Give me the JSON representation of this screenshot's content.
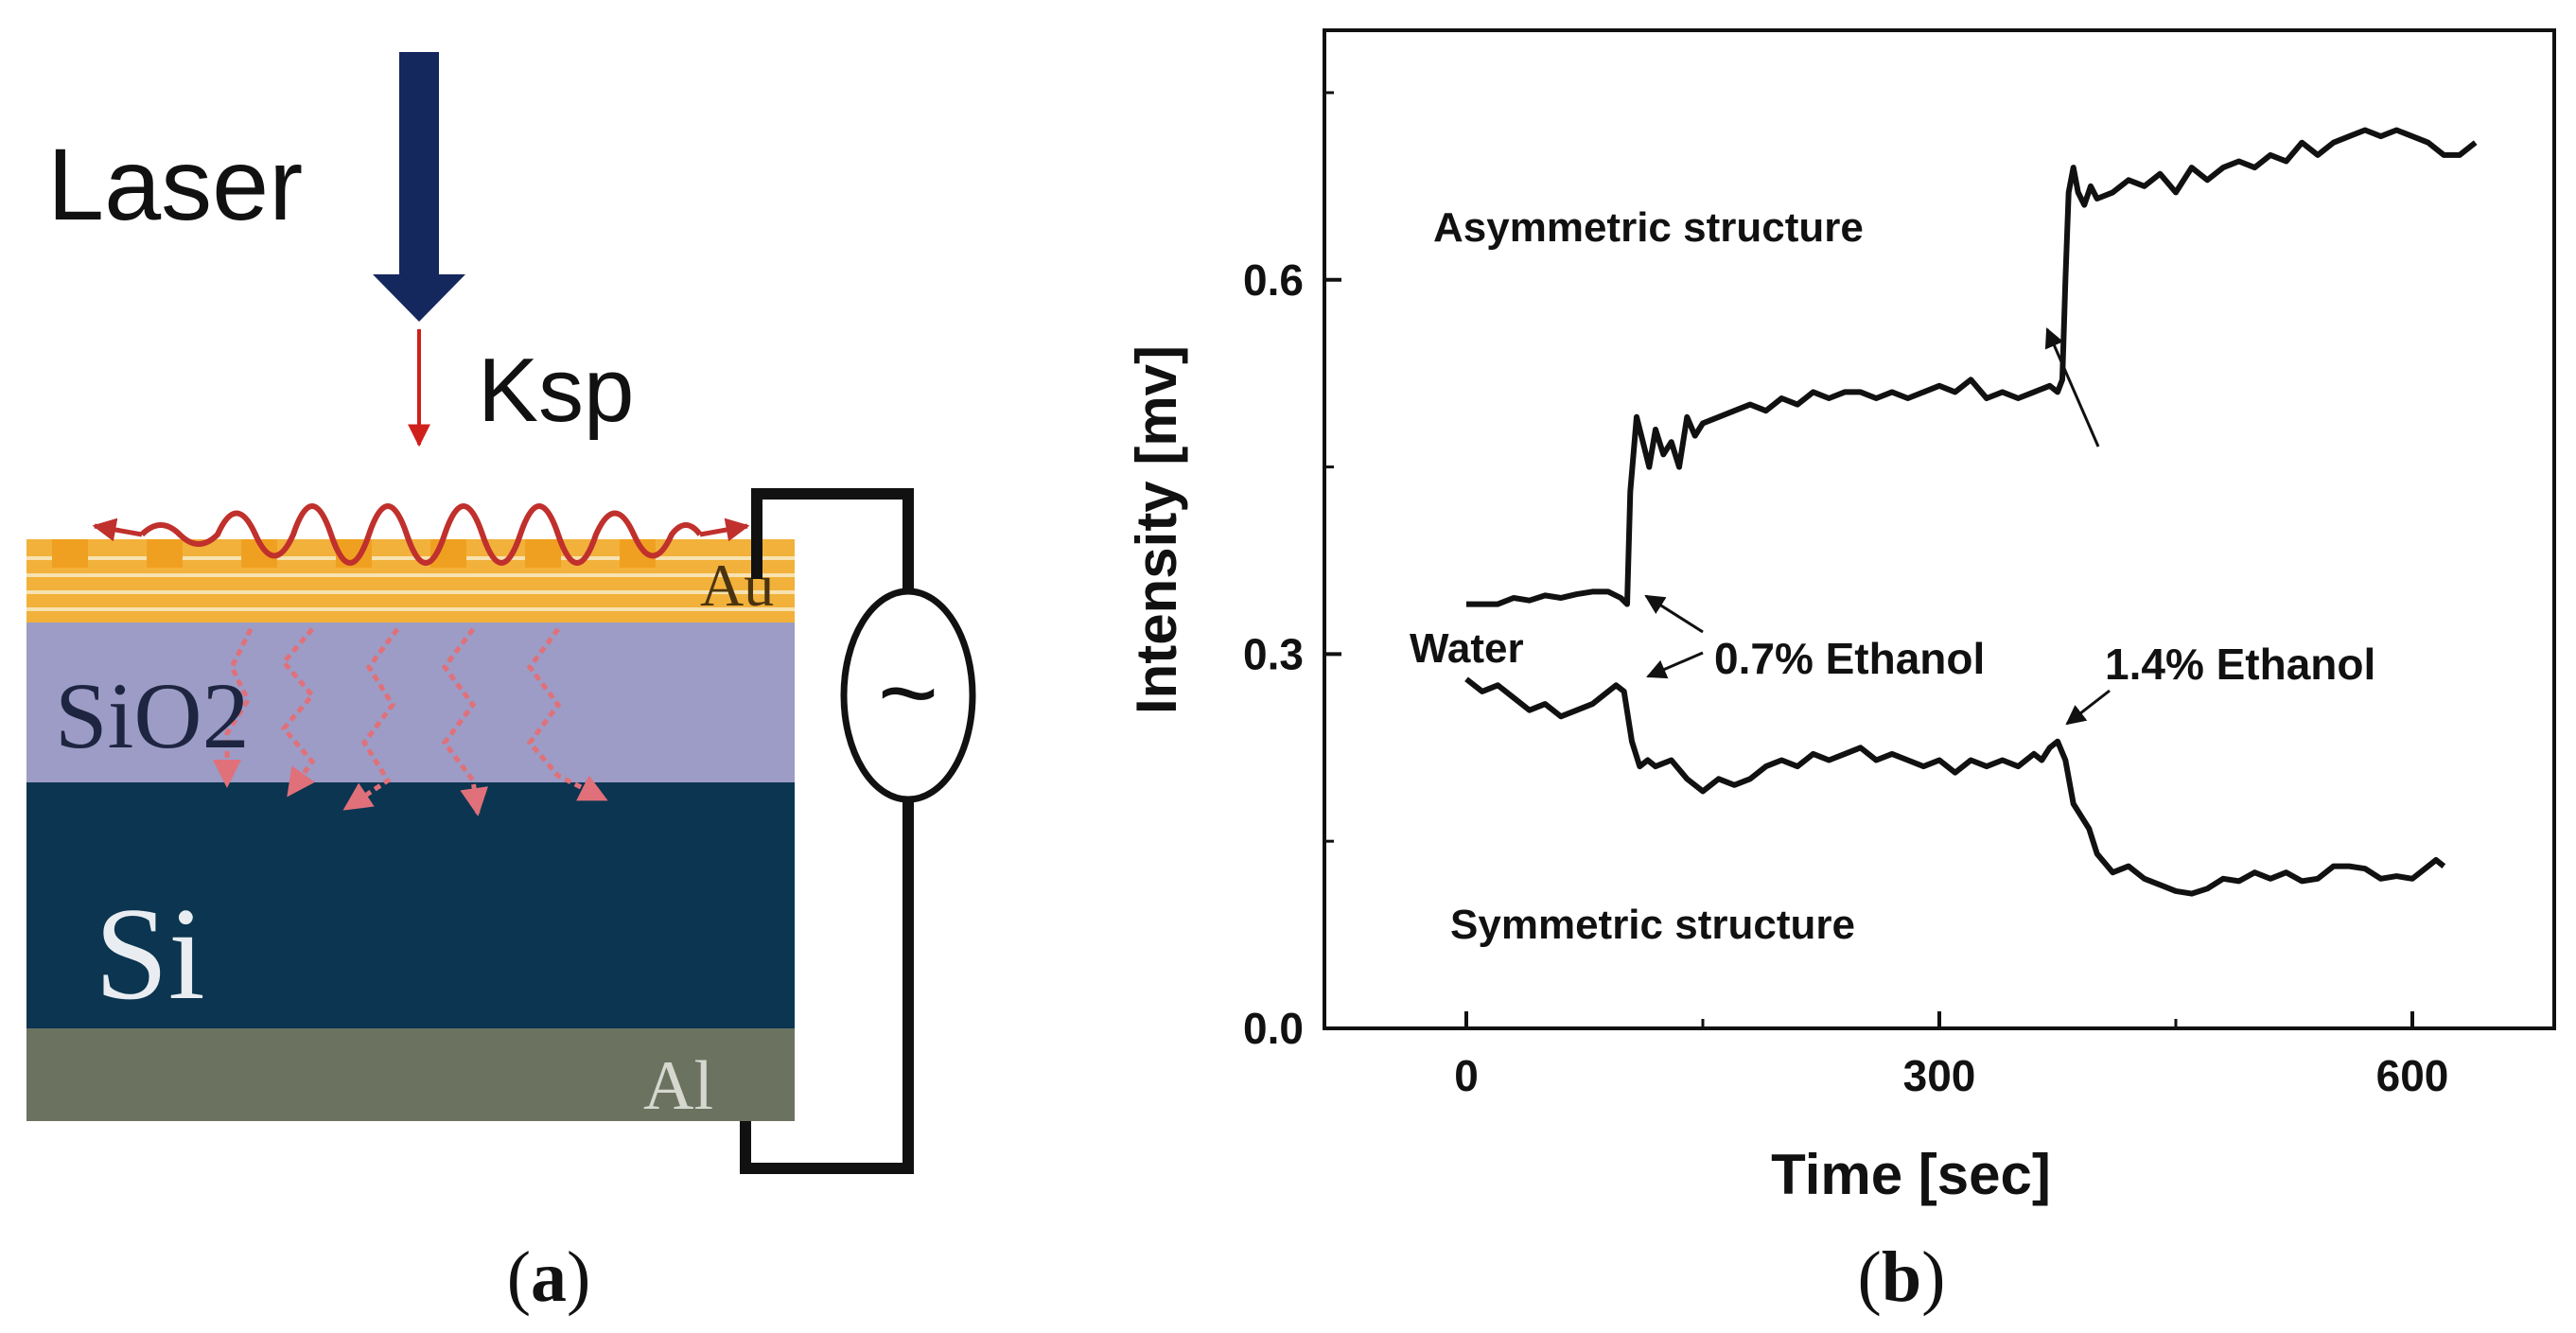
{
  "panel_a": {
    "label_open": "(",
    "label_letter": "a",
    "label_close": ")",
    "laser_label": "Laser",
    "ksp_label": "Ksp",
    "au_label": "Au",
    "sio2_label": "SiO2",
    "si_label": "Si",
    "al_label": "Al",
    "source_symbol": "~",
    "colors": {
      "laser_arrow": "#14285e",
      "ksp_arrow": "#d0201c",
      "au_layer": "#f2b13a",
      "au_stripe": "#f7e2b0",
      "sio2_layer": "#9c9cc6",
      "si_layer": "#0b3550",
      "al_layer": "#6b7360",
      "plasmon_wave": "#c0302c",
      "emission": "#e0707a"
    }
  },
  "panel_b": {
    "label_open": "(",
    "label_letter": "b",
    "label_close": ")"
  },
  "chart_data": {
    "type": "line",
    "xlabel": "Time [sec]",
    "ylabel": "Intensity [mv]",
    "xlim": [
      -90,
      690
    ],
    "ylim": [
      0,
      0.8
    ],
    "x_ticks": [
      0,
      300,
      600
    ],
    "y_ticks": [
      0.0,
      0.3,
      0.6
    ],
    "x_tick_labels": [
      "0",
      "300",
      "600"
    ],
    "y_tick_labels": [
      "0.0",
      "0.3",
      "0.6"
    ],
    "series": [
      {
        "key": "asymmetric",
        "x": [
          0,
          10,
          20,
          30,
          40,
          50,
          60,
          70,
          80,
          90,
          98,
          102,
          104,
          108,
          112,
          116,
          120,
          125,
          130,
          135,
          140,
          145,
          150,
          160,
          170,
          180,
          190,
          200,
          210,
          220,
          230,
          240,
          250,
          260,
          270,
          280,
          290,
          300,
          310,
          320,
          330,
          340,
          350,
          360,
          370,
          375,
          378,
          380,
          382,
          385,
          388,
          392,
          396,
          400,
          410,
          420,
          430,
          440,
          450,
          460,
          470,
          480,
          490,
          500,
          510,
          520,
          530,
          540,
          550,
          560,
          570,
          580,
          590,
          600,
          610,
          620,
          630,
          640
        ],
        "y": [
          0.34,
          0.34,
          0.34,
          0.345,
          0.343,
          0.347,
          0.345,
          0.348,
          0.35,
          0.35,
          0.345,
          0.34,
          0.43,
          0.49,
          0.47,
          0.45,
          0.48,
          0.46,
          0.47,
          0.45,
          0.49,
          0.475,
          0.485,
          0.49,
          0.495,
          0.5,
          0.495,
          0.505,
          0.5,
          0.51,
          0.505,
          0.51,
          0.51,
          0.505,
          0.51,
          0.505,
          0.51,
          0.515,
          0.51,
          0.52,
          0.505,
          0.51,
          0.505,
          0.51,
          0.515,
          0.51,
          0.52,
          0.6,
          0.67,
          0.69,
          0.67,
          0.66,
          0.675,
          0.665,
          0.67,
          0.68,
          0.675,
          0.685,
          0.67,
          0.69,
          0.68,
          0.69,
          0.695,
          0.69,
          0.7,
          0.695,
          0.71,
          0.7,
          0.71,
          0.715,
          0.72,
          0.715,
          0.72,
          0.715,
          0.71,
          0.7,
          0.7,
          0.71
        ]
      },
      {
        "key": "symmetric",
        "x": [
          0,
          10,
          20,
          30,
          40,
          50,
          60,
          70,
          80,
          90,
          95,
          100,
          105,
          110,
          115,
          120,
          130,
          140,
          150,
          160,
          170,
          180,
          190,
          200,
          210,
          220,
          230,
          240,
          250,
          260,
          270,
          280,
          290,
          300,
          310,
          320,
          330,
          340,
          350,
          360,
          365,
          370,
          375,
          380,
          385,
          390,
          395,
          400,
          410,
          420,
          430,
          440,
          450,
          460,
          470,
          480,
          490,
          500,
          510,
          520,
          530,
          540,
          550,
          560,
          570,
          580,
          590,
          600,
          610,
          615,
          620
        ],
        "y": [
          0.28,
          0.27,
          0.275,
          0.265,
          0.255,
          0.26,
          0.25,
          0.255,
          0.26,
          0.27,
          0.275,
          0.27,
          0.23,
          0.21,
          0.215,
          0.21,
          0.215,
          0.2,
          0.19,
          0.2,
          0.195,
          0.2,
          0.21,
          0.215,
          0.21,
          0.22,
          0.215,
          0.22,
          0.225,
          0.215,
          0.22,
          0.215,
          0.21,
          0.215,
          0.205,
          0.215,
          0.21,
          0.215,
          0.21,
          0.22,
          0.215,
          0.225,
          0.23,
          0.215,
          0.18,
          0.17,
          0.16,
          0.14,
          0.125,
          0.13,
          0.12,
          0.115,
          0.11,
          0.108,
          0.112,
          0.12,
          0.118,
          0.125,
          0.12,
          0.125,
          0.118,
          0.12,
          0.13,
          0.13,
          0.128,
          0.12,
          0.122,
          0.12,
          0.13,
          0.135,
          0.13
        ]
      }
    ],
    "annotations": {
      "asymmetric_label": "Asymmetric structure",
      "symmetric_label": "Symmetric structure",
      "water_label": "Water",
      "ethanol_07": "0.7% Ethanol",
      "ethanol_14": "1.4% Ethanol"
    }
  }
}
